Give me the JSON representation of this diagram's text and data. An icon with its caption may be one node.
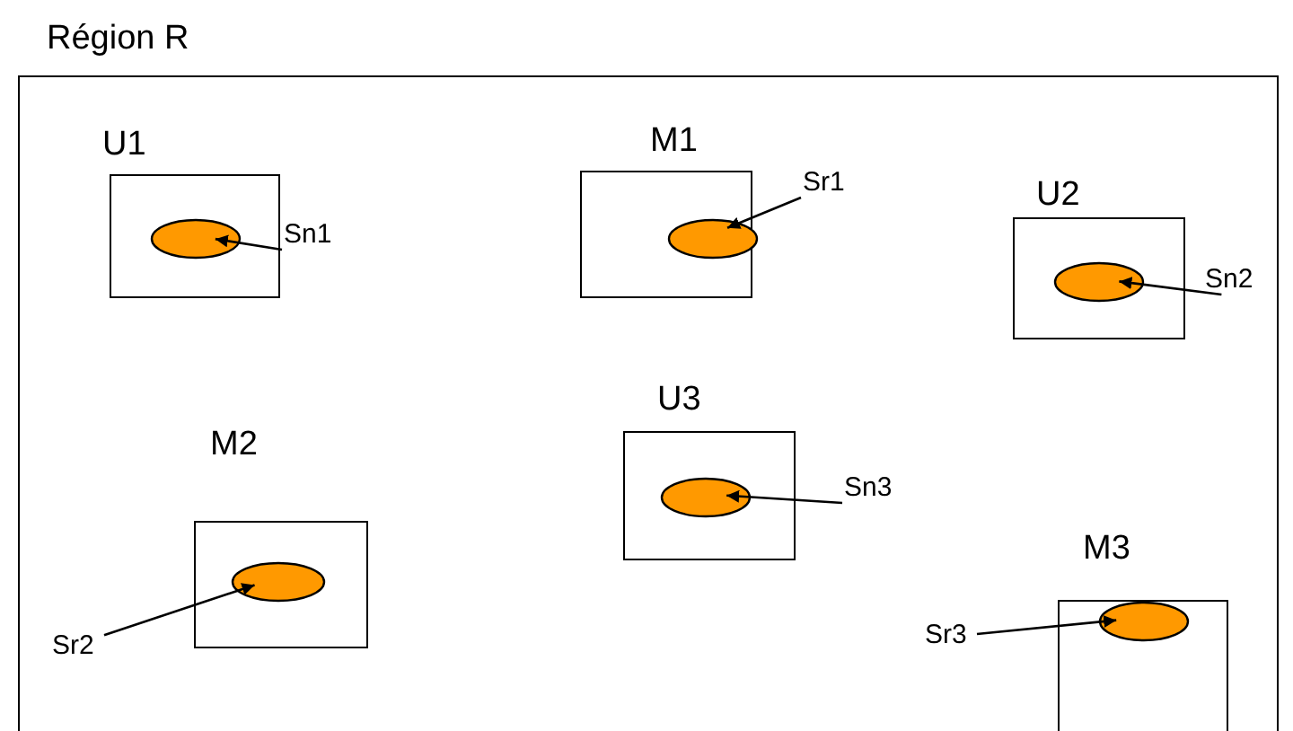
{
  "diagram": {
    "nodes": [
      {
        "text": [
          "Région R"
        ]
      },
      {
        "text": [
          "U1"
        ],
        "in": 0
      },
      {
        "text": [],
        "shape": "ellipse",
        "in": 1
      },
      {
        "text": [
          "Sn1"
        ],
        "in": 0
      },
      {
        "text": [
          "M1"
        ],
        "in": 0
      },
      {
        "text": [],
        "shape": "ellipse",
        "in": 4
      },
      {
        "text": [
          "Sr1"
        ],
        "in": 0
      },
      {
        "text": [
          "U2"
        ],
        "in": 0
      },
      {
        "text": [],
        "shape": "ellipse",
        "in": 7
      },
      {
        "text": [
          "Sn2"
        ],
        "in": 0
      },
      {
        "text": [
          "U3"
        ],
        "in": 0
      },
      {
        "text": [],
        "shape": "ellipse",
        "in": 10
      },
      {
        "text": [
          "Sn3"
        ],
        "in": 0
      },
      {
        "text": [
          "M2"
        ],
        "in": 0
      },
      {
        "text": [],
        "shape": "ellipse",
        "in": 13
      },
      {
        "text": [
          "Sr2"
        ],
        "in": 0
      },
      {
        "text": [
          "M3"
        ],
        "in": 0
      },
      {
        "text": [],
        "shape": "ellipse",
        "in": 16
      },
      {
        "text": [
          "Sr3"
        ],
        "in": 0
      }
    ],
    "edges": [
      {
        "from": 3,
        "to": 2,
        "arrow": "to"
      },
      {
        "from": 6,
        "to": 5,
        "arrow": "to"
      },
      {
        "from": 9,
        "to": 8,
        "arrow": "to"
      },
      {
        "from": 12,
        "to": 11,
        "arrow": "to"
      },
      {
        "from": 15,
        "to": 14,
        "arrow": "to"
      },
      {
        "from": 18,
        "to": 17,
        "arrow": "to"
      }
    ]
  }
}
